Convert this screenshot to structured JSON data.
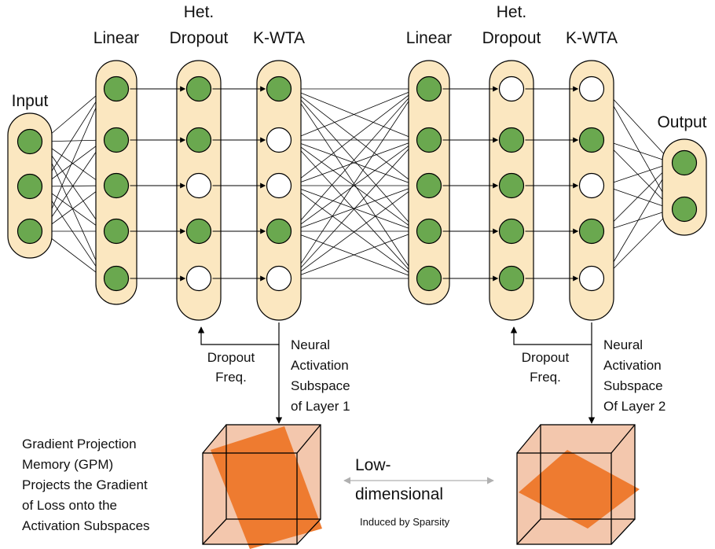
{
  "colors": {
    "active_neuron": "#6aa84f",
    "inactive_neuron": "#ffffff",
    "layer_fill": "#fbe7c0",
    "cube_fill": "#f3c7ad",
    "plane_fill": "#ee7b30",
    "line": "#000000",
    "arrow_gray": "#b0b0b0"
  },
  "columns": [
    {
      "id": "input",
      "title_lines": [
        "Input"
      ],
      "neurons": [
        true,
        true,
        true
      ]
    },
    {
      "id": "linear1",
      "title_lines": [
        "Linear"
      ],
      "neurons": [
        true,
        true,
        true,
        true,
        true
      ]
    },
    {
      "id": "dropout1",
      "title_lines": [
        "Het.",
        "Dropout"
      ],
      "neurons": [
        true,
        true,
        false,
        true,
        false
      ]
    },
    {
      "id": "kwta1",
      "title_lines": [
        "K-WTA"
      ],
      "neurons": [
        true,
        false,
        false,
        true,
        false
      ]
    },
    {
      "id": "linear2",
      "title_lines": [
        "Linear"
      ],
      "neurons": [
        true,
        true,
        true,
        true,
        true
      ]
    },
    {
      "id": "dropout2",
      "title_lines": [
        "Het.",
        "Dropout"
      ],
      "neurons": [
        false,
        true,
        true,
        true,
        true
      ]
    },
    {
      "id": "kwta2",
      "title_lines": [
        "K-WTA"
      ],
      "neurons": [
        false,
        true,
        false,
        true,
        false
      ]
    },
    {
      "id": "output",
      "title_lines": [
        "Output"
      ],
      "neurons": [
        true,
        true
      ]
    }
  ],
  "feedback": [
    {
      "label_lines": [
        "Dropout",
        "Freq."
      ]
    },
    {
      "label_lines": [
        "Dropout",
        "Freq."
      ]
    }
  ],
  "subspace_labels": [
    {
      "lines": [
        "Neural",
        "Activation",
        "Subspace",
        "of Layer 1"
      ]
    },
    {
      "lines": [
        "Neural",
        "Activation",
        "Subspace",
        "Of Layer 2"
      ]
    }
  ],
  "gpm_text": {
    "lines": [
      "Gradient Projection",
      "Memory (GPM)",
      "Projects the Gradient",
      "of Loss onto the",
      "Activation Subspaces"
    ]
  },
  "low_dim": {
    "lines": [
      "Low-",
      "dimensional"
    ],
    "sub": "Induced by Sparsity"
  }
}
